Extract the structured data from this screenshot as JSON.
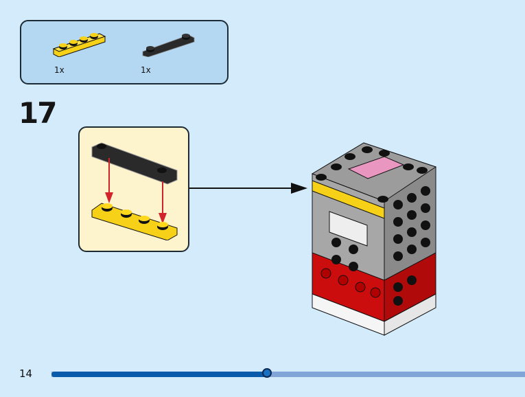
{
  "parts_list": {
    "items": [
      {
        "name": "yellow-plate-1x4",
        "color": "#f7d117",
        "quantity": "1x"
      },
      {
        "name": "black-plate-1x4-two-studs",
        "color": "#2a2a2a",
        "quantity": "1x"
      }
    ]
  },
  "step": {
    "number": "17"
  },
  "footer": {
    "page_number": "14",
    "progress": 0.455
  },
  "colors": {
    "background": "#d3ebfb",
    "parts_panel": "#b4d7f2",
    "subassembly": "#fdf3cd",
    "progress_fill": "#0a5cab",
    "progress_track": "#80a5d6",
    "arrow_red": "#d2232a"
  }
}
